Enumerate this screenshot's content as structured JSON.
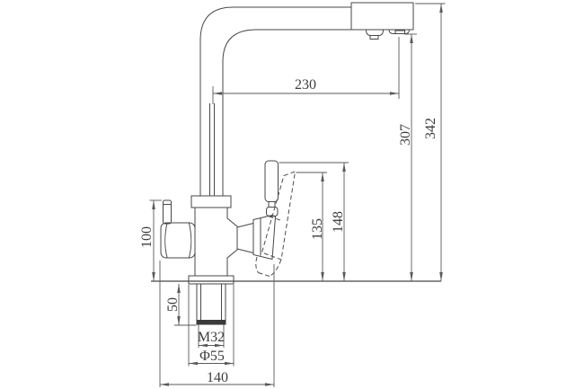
{
  "drawing": {
    "background_color": "#ffffff",
    "line_color": "#474747",
    "dimension_line_color": "#5a5a5a",
    "text_color": "#3d3d3d",
    "dimensions": {
      "spout_reach": "230",
      "overall_height": "342",
      "spout_outlet_height": "307",
      "left_lever_height": "100",
      "handle_tilted_height": "135",
      "handle_top_height": "148",
      "shank_length": "50",
      "shank_thread": "M32",
      "base_diameter": "Φ55",
      "overall_width": "140"
    }
  }
}
